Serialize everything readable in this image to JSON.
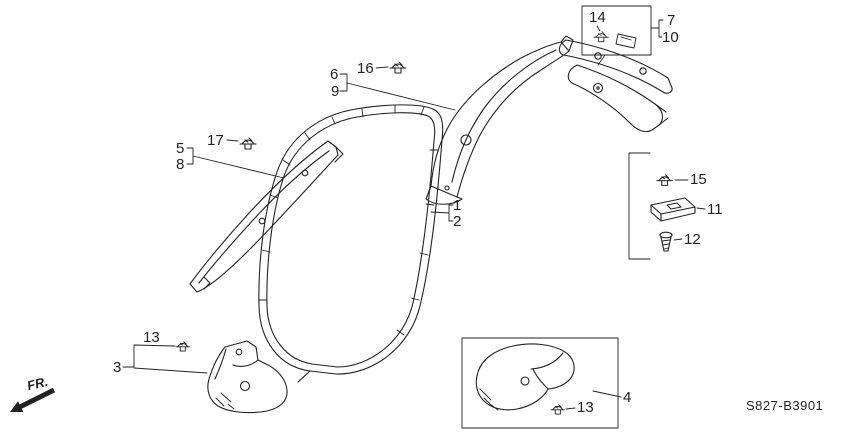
{
  "diagram": {
    "code": "S827-B3901",
    "orientation_label": "FR.",
    "part_labels": {
      "n1": "1",
      "n2": "2",
      "n3": "3",
      "n4": "4",
      "n5": "5",
      "n6": "6",
      "n7": "7",
      "n8": "8",
      "n9": "9",
      "n10": "10",
      "n11": "11",
      "n12": "12",
      "n13_left": "13",
      "n13_right": "13",
      "n14": "14",
      "n15": "15",
      "n16": "16",
      "n17": "17"
    }
  },
  "colors": {
    "ink": "#222222",
    "bg": "#ffffff"
  }
}
